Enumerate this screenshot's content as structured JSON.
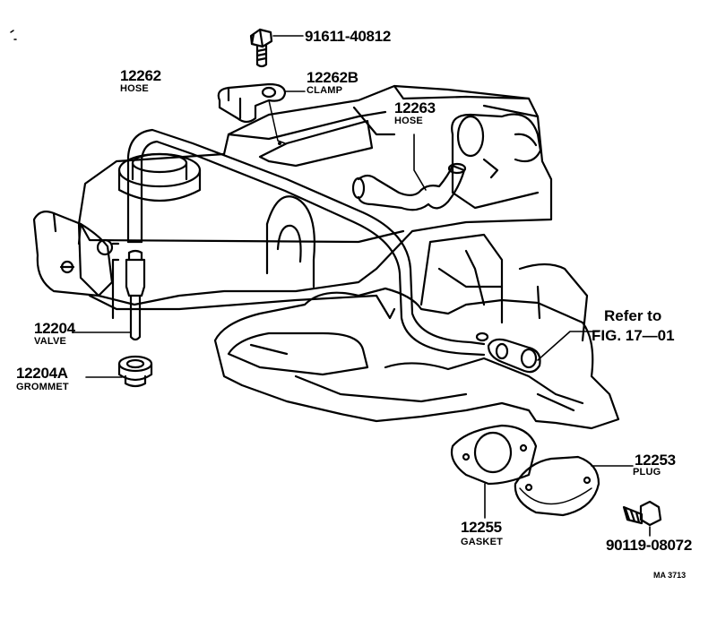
{
  "parts": {
    "bolt_top": {
      "number": "91611-40812"
    },
    "hose_12262": {
      "number": "12262",
      "name": "HOSE"
    },
    "clamp": {
      "number": "12262B",
      "name": "CLAMP"
    },
    "hose_12263": {
      "number": "12263",
      "name": "HOSE"
    },
    "valve": {
      "number": "12204",
      "name": "VALVE"
    },
    "grommet": {
      "number": "12204A",
      "name": "GROMMET"
    },
    "plug": {
      "number": "12253",
      "name": "PLUG"
    },
    "gasket": {
      "number": "12255",
      "name": "GASKET"
    },
    "bolt_bottom": {
      "number": "90119-08072"
    }
  },
  "reference": {
    "line1": "Refer to",
    "line2": "FIG. 17—01"
  },
  "figure_code": "MA 3713"
}
